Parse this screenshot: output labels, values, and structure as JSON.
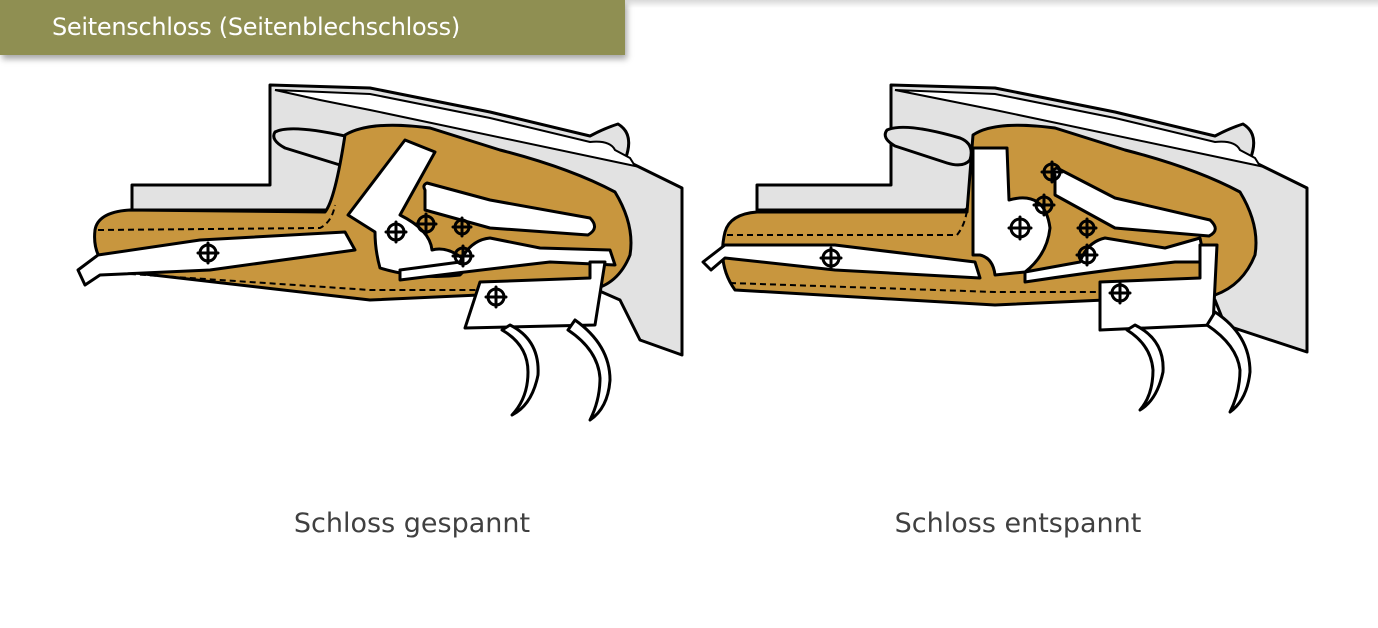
{
  "header": {
    "title": "Seitenschloss (Seitenblechschloss)"
  },
  "diagrams": [
    {
      "caption": "Schloss gespannt"
    },
    {
      "caption": "Schloss entspannt"
    }
  ],
  "colors": {
    "header_bg": "#8f8f52",
    "lock_plate": "#c8963e",
    "metal_light": "#e2e2e2",
    "outline": "#000000"
  }
}
